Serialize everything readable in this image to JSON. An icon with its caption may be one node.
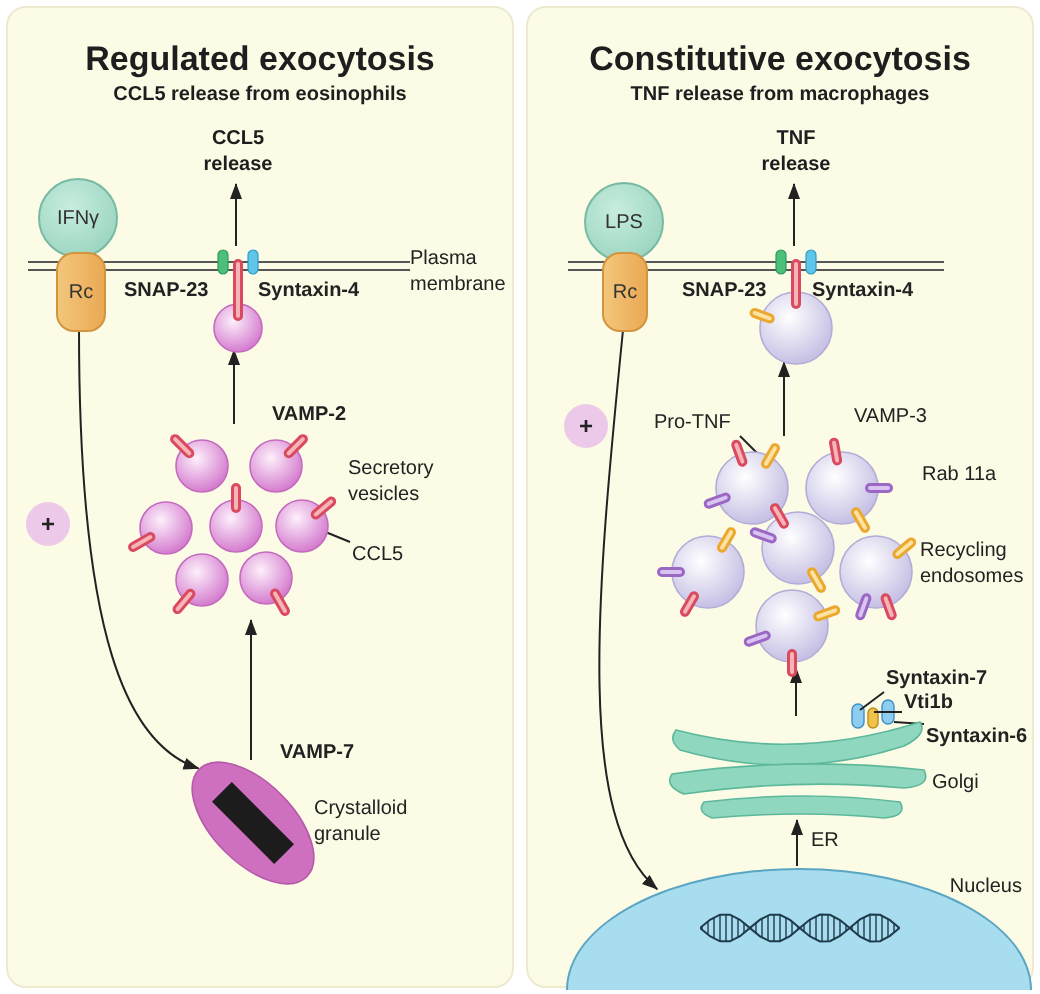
{
  "diagram": {
    "nodes": [
      {
        "text": [
          "Regulated exocytosis",
          "CCL5 release from eosinophils"
        ]
      },
      {
        "text": [
          "CCL5 release"
        ],
        "in": 0
      },
      {
        "text": [
          "IFNγ"
        ],
        "in": 0
      },
      {
        "text": [
          "Rc"
        ],
        "in": 0
      },
      {
        "text": [],
        "shape": "circle",
        "in": 0
      },
      {
        "text": [],
        "shape": "picture",
        "in": 0,
        "beside": [
          "Secretory vesicles"
        ]
      },
      {
        "text": [
          "CCL5"
        ],
        "in": 0
      },
      {
        "text": [
          "+"
        ],
        "in": 0
      },
      {
        "text": [],
        "shape": "ellipse",
        "in": 0,
        "beside": [
          "Crystalloid granule"
        ]
      },
      {
        "text": [
          "Constitutive exocytosis",
          "TNF release from macrophages"
        ]
      },
      {
        "text": [
          "TNF release"
        ],
        "in": 9
      },
      {
        "text": [
          "LPS"
        ],
        "in": 9
      },
      {
        "text": [
          "Rc"
        ],
        "in": 9
      },
      {
        "text": [],
        "shape": "circle",
        "in": 9
      },
      {
        "text": [
          "Pro-TNF"
        ],
        "in": 9
      },
      {
        "text": [
          "+"
        ],
        "in": 9
      },
      {
        "text": [],
        "shape": "picture",
        "in": 9,
        "beside": [
          "Recycling endosomes"
        ]
      },
      {
        "text": [
          "Syntaxin-7"
        ],
        "in": 9
      },
      {
        "text": [
          "Vti1b"
        ],
        "in": 9
      },
      {
        "text": [
          "Syntaxin-6"
        ],
        "in": 9
      },
      {
        "text": [],
        "shape": "picture",
        "in": 9,
        "beside": [
          "Golgi"
        ]
      },
      {
        "text": [
          "Nucleus"
        ],
        "in": 9
      }
    ],
    "edges": [
      {
        "from": 4,
        "to": 1,
        "arrow": "to"
      },
      {
        "from": 5,
        "to": 4,
        "arrow": "to"
      },
      {
        "from": 8,
        "to": 5,
        "arrow": "to"
      },
      {
        "from": 3,
        "to": 8,
        "arrow": "to"
      },
      {
        "from": 6,
        "to": 5,
        "arrow": "none"
      },
      {
        "from": 13,
        "to": 10,
        "arrow": "to"
      },
      {
        "from": 16,
        "to": 13,
        "arrow": "to"
      },
      {
        "from": 20,
        "to": 16,
        "arrow": "to"
      },
      {
        "from": 21,
        "to": 20,
        "arrow": "to",
        "label": "ER"
      },
      {
        "from": 12,
        "to": 21,
        "arrow": "to"
      },
      {
        "from": 14,
        "to": 16,
        "arrow": "none"
      },
      {
        "from": 17,
        "to": 20,
        "arrow": "none"
      },
      {
        "from": 18,
        "to": 20,
        "arrow": "none"
      },
      {
        "from": 19,
        "to": 20,
        "arrow": "none"
      }
    ],
    "labels": [
      "Plasma membrane",
      "SNAP-23",
      "Syntaxin-4",
      "VAMP-2",
      "VAMP-7",
      "SNAP-23",
      "Syntaxin-4",
      "VAMP-3",
      "Rab 11a"
    ]
  }
}
